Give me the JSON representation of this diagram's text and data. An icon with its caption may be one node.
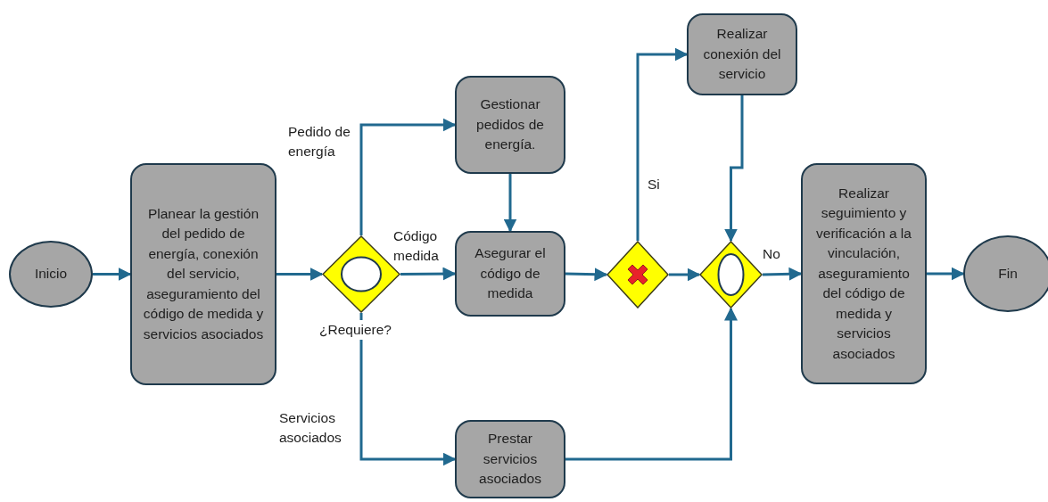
{
  "diagram": {
    "nodes": [
      {
        "text": [
          "Inicio"
        ]
      },
      {
        "text": [
          "Planear la gestión del pedido de energía, conexión del servicio, aseguramiento del código de medida y servicios asociados"
        ]
      },
      {
        "text": [],
        "shape": "diamond",
        "beside": [
          "¿Requiere?"
        ]
      },
      {
        "text": [
          "Gestionar pedidos de energía."
        ]
      },
      {
        "text": [
          "Asegurar el código de medida"
        ]
      },
      {
        "text": [
          "Prestar servicios asociados"
        ]
      },
      {
        "text": [],
        "shape": "diamond"
      },
      {
        "text": [
          "Realizar conexión del servicio"
        ]
      },
      {
        "text": [],
        "shape": "diamond"
      },
      {
        "text": [
          "Realizar seguimiento y verificación a la vinculación, aseguramiento del código de medida y servicios asociados"
        ]
      },
      {
        "text": [
          "Fin"
        ]
      }
    ],
    "edges": [
      {
        "from": 0,
        "to": 1,
        "arrow": "to"
      },
      {
        "from": 1,
        "to": 2,
        "arrow": "to"
      },
      {
        "from": 2,
        "to": 3,
        "arrow": "to",
        "label": "Pedido de energía"
      },
      {
        "from": 2,
        "to": 4,
        "arrow": "to",
        "label": "Código medida"
      },
      {
        "from": 2,
        "to": 5,
        "arrow": "to",
        "label": "Servicios asociados"
      },
      {
        "from": 3,
        "to": 4,
        "arrow": "to"
      },
      {
        "from": 4,
        "to": 6,
        "arrow": "to"
      },
      {
        "from": 6,
        "to": 7,
        "arrow": "to",
        "label": "Si"
      },
      {
        "from": 6,
        "to": 8,
        "arrow": "to"
      },
      {
        "from": 7,
        "to": 8,
        "arrow": "to"
      },
      {
        "from": 5,
        "to": 8,
        "arrow": "to"
      },
      {
        "from": 8,
        "to": 9,
        "arrow": "to",
        "label": "No"
      },
      {
        "from": 9,
        "to": 10,
        "arrow": "to"
      }
    ]
  }
}
